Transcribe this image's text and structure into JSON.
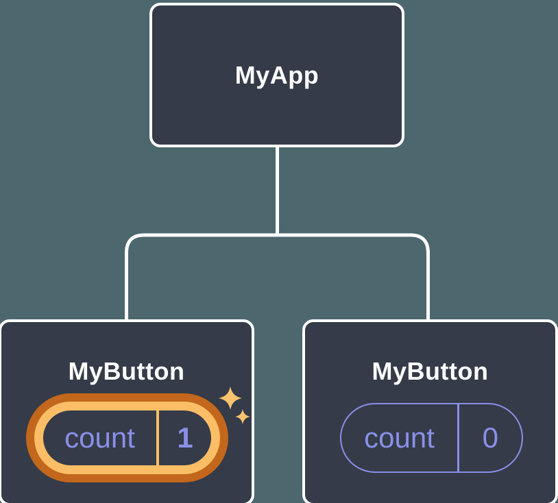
{
  "colors": {
    "background": "#4C676D",
    "node_fill": "#353B48",
    "node_border": "#FFFFFF",
    "connector": "#FFFFFF",
    "title_text": "#FFFFFF",
    "state_text": "#8A90E8",
    "state_pill_border": "#8A90E8",
    "highlight_gold": "#FBBE66",
    "highlight_orange": "#C2671C",
    "sparkle": "#F9C46F"
  },
  "icons": {
    "sparkles": "four-point-stars"
  },
  "tree": {
    "root": {
      "label": "MyApp"
    },
    "children": [
      {
        "label": "MyButton",
        "state": {
          "key": "count",
          "value": "1"
        },
        "highlighted": true,
        "sparkles": true
      },
      {
        "label": "MyButton",
        "state": {
          "key": "count",
          "value": "0"
        },
        "highlighted": false,
        "sparkles": false
      }
    ]
  }
}
